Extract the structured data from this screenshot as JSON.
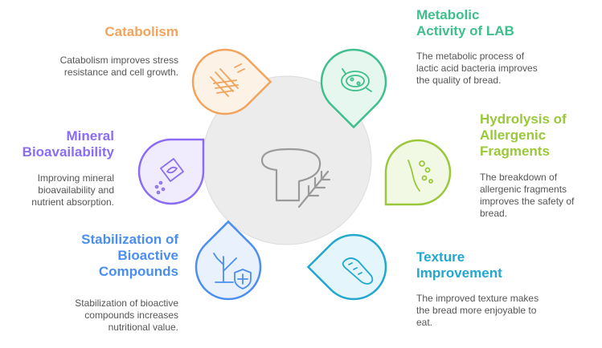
{
  "colors": {
    "catabolism": "#f0a45c",
    "metabolic": "#3fbf8c",
    "hydrolysis": "#9ac83b",
    "mineral": "#8b6cf2",
    "stabilization": "#4b8ef0",
    "texture": "#22a7cf",
    "center_circle": "#ececec",
    "center_stroke": "#9a9a9a",
    "body_text": "#555555"
  },
  "center": {
    "icon": "bread-with-wheat-icon"
  },
  "items": {
    "catabolism": {
      "title": "Catabolism",
      "description": "Catabolism improves stress resistance and cell growth.",
      "icon": "fiber-breakdown-icon"
    },
    "metabolic": {
      "title_line1": "Metabolic",
      "title_line2": "Activity of LAB",
      "description": "The metabolic process of lactic acid bacteria improves the quality of bread.",
      "icon": "bacteria-cell-icon"
    },
    "hydrolysis": {
      "title_line1": "Hydrolysis of",
      "title_line2": "Allergenic",
      "title_line3": "Fragments",
      "description": "The breakdown of allergenic fragments improves the safety of bread.",
      "icon": "fragments-breakdown-icon"
    },
    "mineral": {
      "title_line1": "Mineral",
      "title_line2": "Bioavailability",
      "description": "Improving mineral bioavailability and nutrient absorption.",
      "icon": "mineral-seed-packet-icon"
    },
    "stabilization": {
      "title_line1": "Stabilization of",
      "title_line2": "Bioactive",
      "title_line3": "Compounds",
      "description": "Stabilization of bioactive compounds increases nutritional value.",
      "icon": "plant-shield-icon"
    },
    "texture": {
      "title_line1": "Texture",
      "title_line2": "Improvement",
      "description": "The improved texture makes the bread more enjoyable to eat.",
      "icon": "baguette-icon"
    }
  }
}
